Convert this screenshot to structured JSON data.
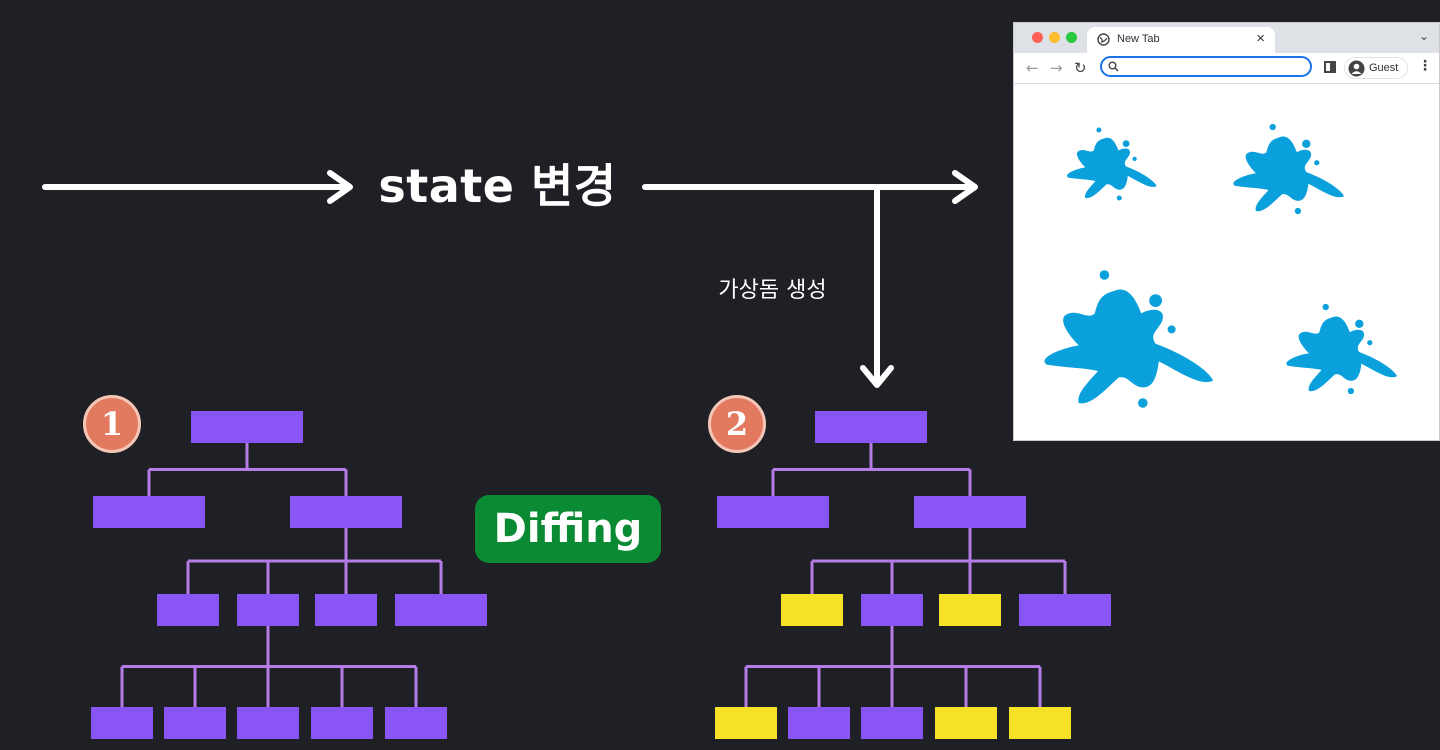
{
  "labels": {
    "state_change": "state 변경",
    "create_vdom": "가상돔 생성",
    "diffing": "Diffing",
    "badge_1": "1",
    "badge_2": "2"
  },
  "browser": {
    "tab_title": "New Tab",
    "close_glyph": "×",
    "tab_list_glyph": "⌄",
    "omnibox_value": "",
    "omnibox_placeholder": "",
    "profile_name": "Guest",
    "back_glyph": "←",
    "forward_glyph": "→",
    "reload_glyph": "↻",
    "menu_glyph": "⋮"
  },
  "colors": {
    "background": "#1f2026",
    "node_unchanged": "#8a55f5",
    "node_changed": "#f5e125",
    "connector": "#b57be6",
    "diff_badge": "#0a8a33",
    "number_badge": "#e37a60",
    "splash": "#0aa0dc",
    "arrow": "#ffffff"
  },
  "tree_1": {
    "levels": [
      [
        "unchanged"
      ],
      [
        "unchanged",
        "unchanged"
      ],
      [
        "unchanged",
        "unchanged",
        "unchanged",
        "unchanged"
      ],
      [
        "unchanged",
        "unchanged",
        "unchanged",
        "unchanged",
        "unchanged"
      ]
    ]
  },
  "tree_2": {
    "levels": [
      [
        "unchanged"
      ],
      [
        "unchanged",
        "unchanged"
      ],
      [
        "changed",
        "unchanged",
        "changed",
        "unchanged"
      ],
      [
        "changed",
        "unchanged",
        "unchanged",
        "changed",
        "changed"
      ]
    ]
  },
  "icons": {
    "dom_splash": "ink-splash-icon",
    "globe": "globe-icon",
    "search": "search-icon",
    "profile": "avatar-icon",
    "side_panel": "side-panel-icon"
  }
}
